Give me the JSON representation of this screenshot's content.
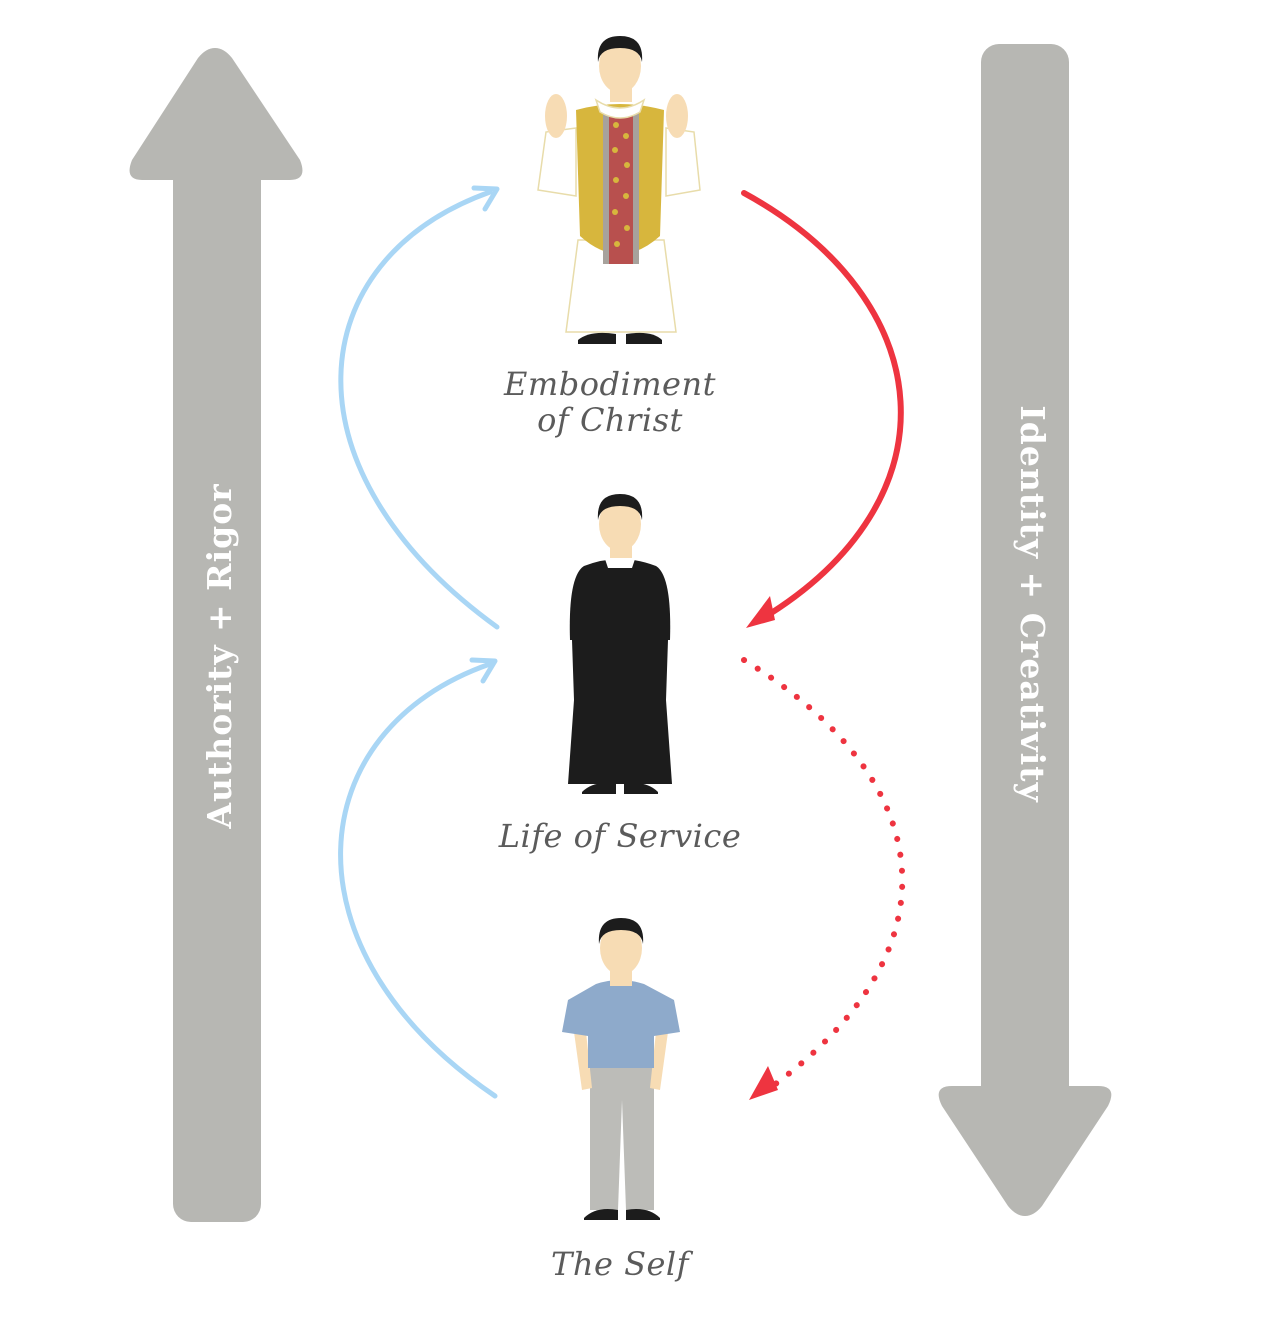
{
  "arrows": {
    "left_label": "Authority + Rigor",
    "right_label": "Identity + Creativity",
    "color": "#b7b7b3"
  },
  "figures": {
    "top": {
      "caption_line1": "Embodiment",
      "caption_line2": "of Christ"
    },
    "middle": {
      "caption": "Life of Service"
    },
    "bottom": {
      "caption": "The Self"
    }
  },
  "colors": {
    "ascend_arrow": "#a9d6f5",
    "descend_arrow": "#ee3440",
    "caption_text": "#5b5b5b",
    "chasuble": "#d7b63d",
    "cassock": "#1c1c1c",
    "shirt": "#8eaacb",
    "trousers": "#bcbcb8",
    "skin": "#f7dcb4"
  }
}
